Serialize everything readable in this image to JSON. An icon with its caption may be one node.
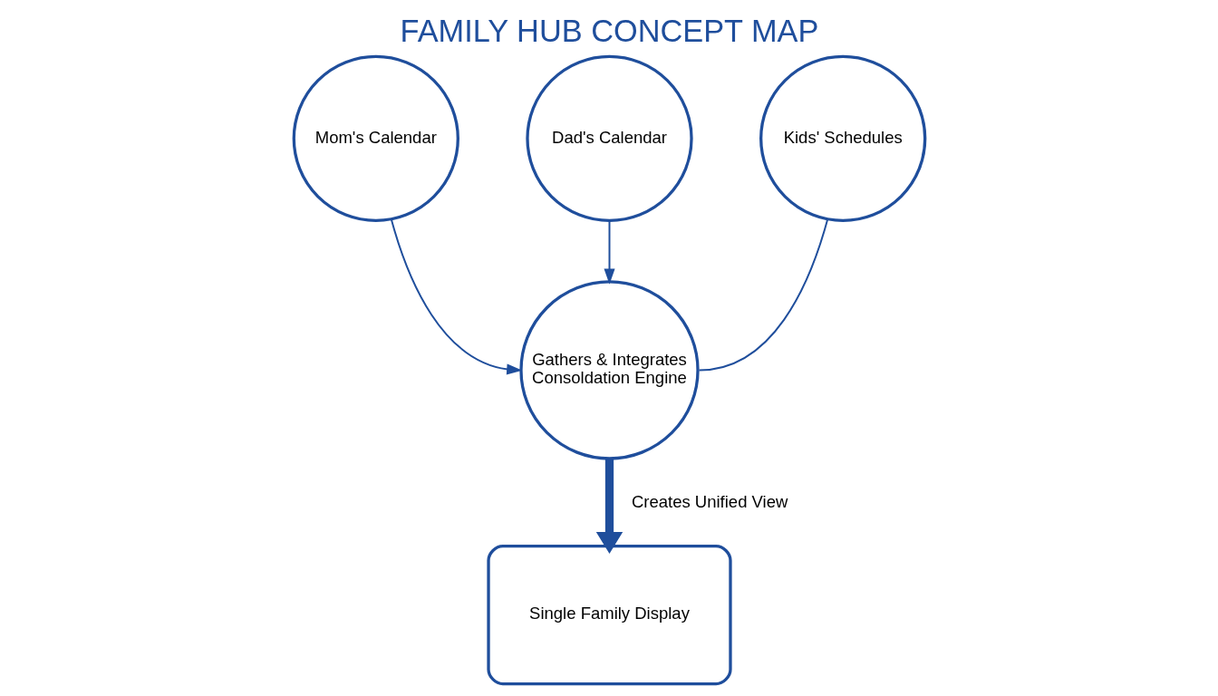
{
  "diagram": {
    "title": "FAMILY HUB CONCEPT MAP",
    "nodes": [
      {
        "text": [
          "Mom's Calendar"
        ]
      },
      {
        "text": [
          "Dad's Calendar"
        ]
      },
      {
        "text": [
          "Kids' Schedules"
        ]
      },
      {
        "text": [
          "Gathers & Integrates",
          "Consoldation Engine"
        ]
      },
      {
        "text": [
          "Single Family Display"
        ]
      }
    ],
    "edges": [
      {
        "from": 0,
        "to": 3,
        "arrow": "to"
      },
      {
        "from": 1,
        "to": 3,
        "arrow": "to"
      },
      {
        "from": 2,
        "to": 3,
        "arrow": "none"
      },
      {
        "from": 3,
        "to": 4,
        "arrow": "to",
        "label": "Creates Unified View",
        "style": "thick"
      }
    ]
  }
}
